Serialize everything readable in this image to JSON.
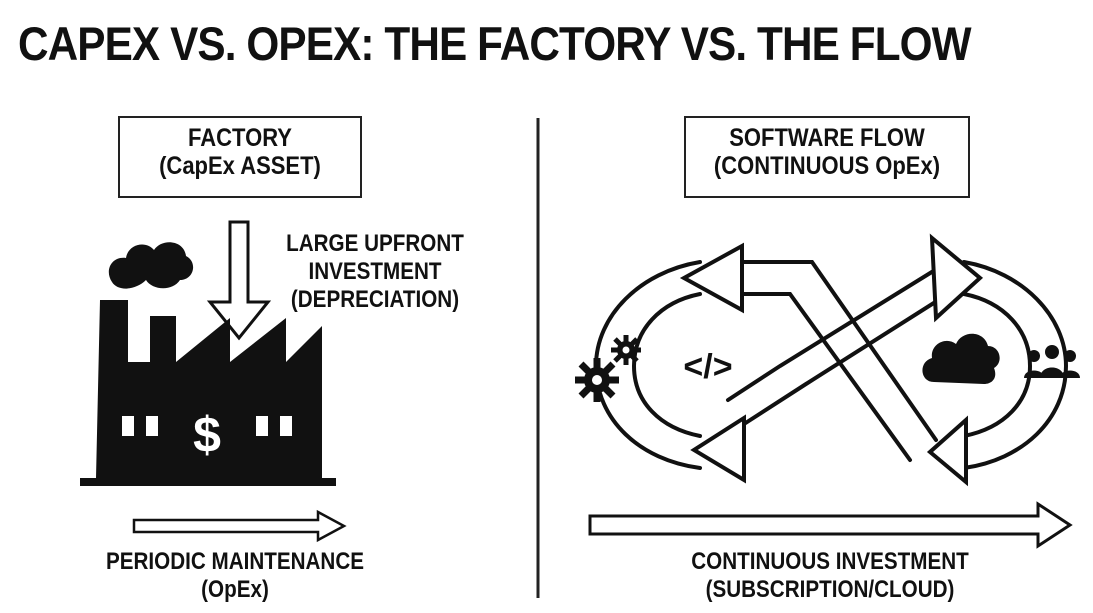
{
  "title": "CAPEX VS. OPEX: THE FACTORY VS. THE FLOW",
  "left": {
    "box": {
      "line1": "FACTORY",
      "line2": "(CapEx ASSET)"
    },
    "investment": {
      "line1": "LARGE UPFRONT",
      "line2": "INVESTMENT",
      "line3": "(DEPRECIATION)"
    },
    "factory_symbol": "$",
    "maintenance": {
      "line1": "PERIODIC MAINTENANCE",
      "line2": "(OpEx)"
    }
  },
  "right": {
    "box": {
      "line1": "SOFTWARE FLOW",
      "line2": "(CONTINUOUS OpEx)"
    },
    "code_symbol": "</>",
    "investment": {
      "line1": "CONTINUOUS INVESTMENT",
      "line2": "(SUBSCRIPTION/CLOUD)"
    }
  },
  "icons": [
    "factory-icon",
    "down-arrow-icon",
    "right-arrow-icon",
    "infinity-loop-icon",
    "gears-icon",
    "code-icon",
    "cloud-icon",
    "users-icon"
  ],
  "colors": {
    "ink": "#111111",
    "background": "#ffffff"
  }
}
